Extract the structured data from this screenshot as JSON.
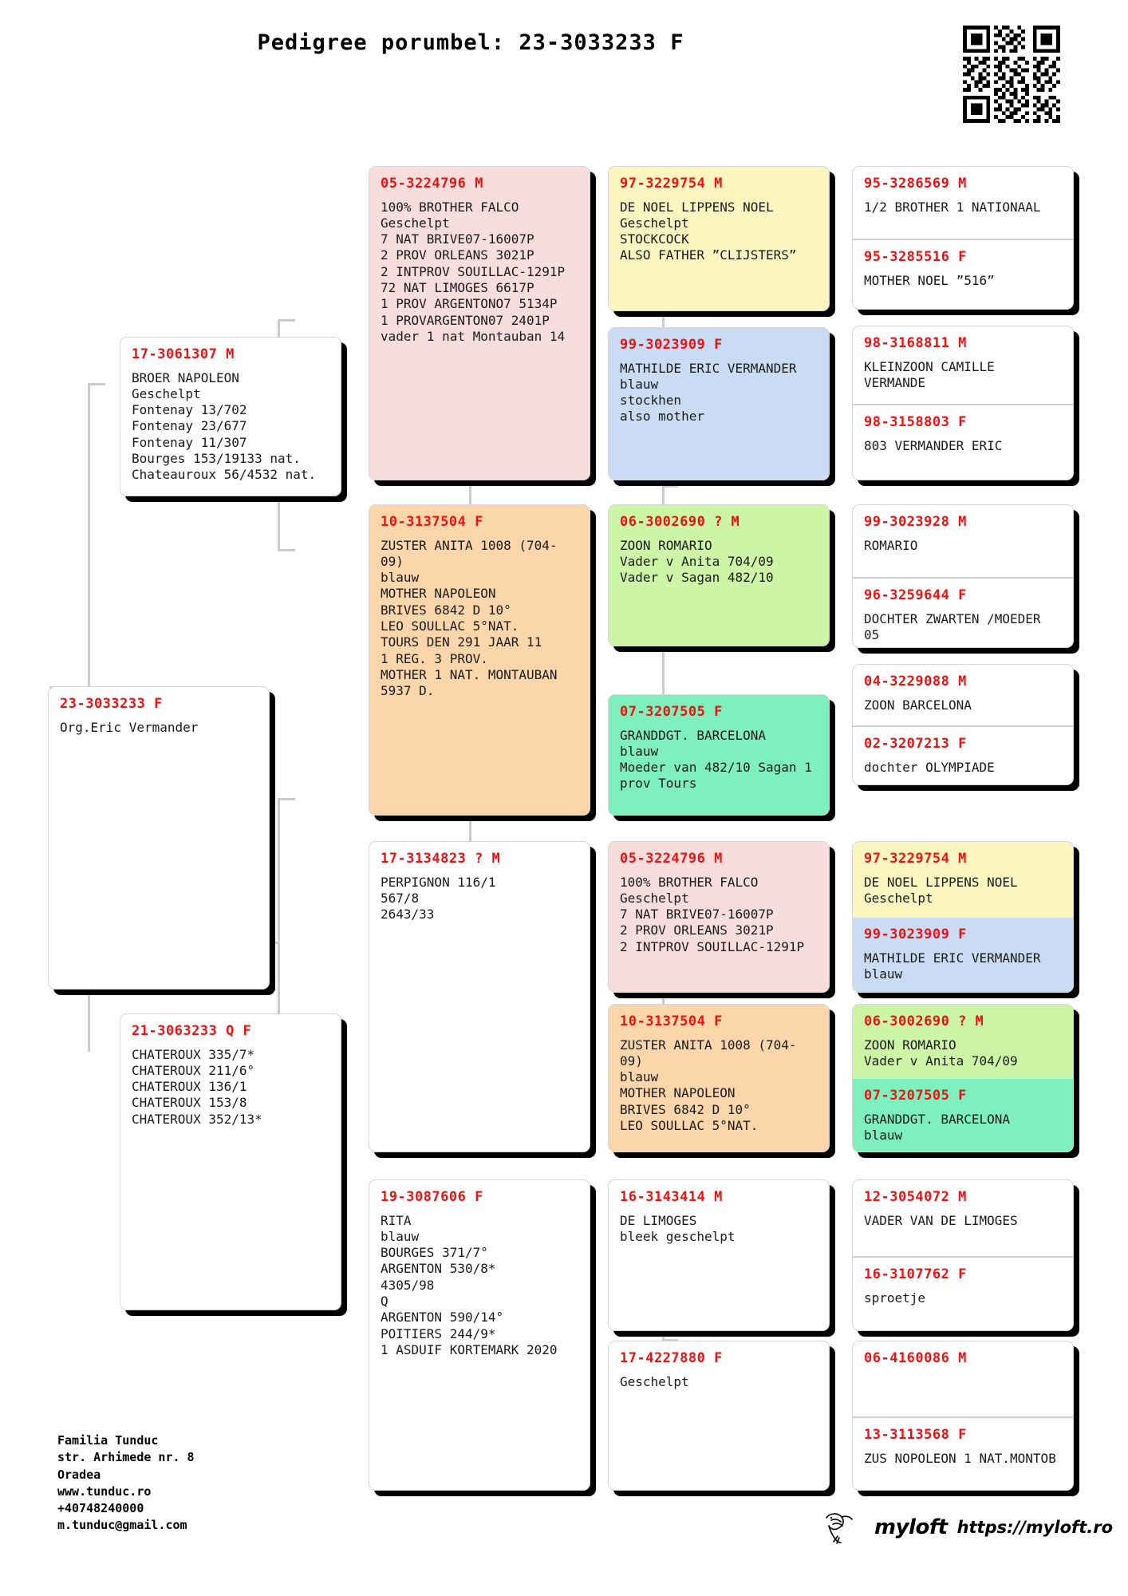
{
  "header": {
    "title": "Pedigree porumbel: 23-3033233 F",
    "qr_icon": "qr-code-icon"
  },
  "subject": {
    "id": "23-3033233 F",
    "notes": "Org.Eric Vermander"
  },
  "gen1": [
    {
      "id": "17-3061307 M",
      "notes": "BROER NAPOLEON\nGeschelpt\nFontenay 13/702\nFontenay 23/677\nFontenay 11/307\nBourges 153/19133 nat.\nChateauroux 56/4532 nat.",
      "color": "white"
    },
    {
      "id": "21-3063233 Q F",
      "notes": "CHATEROUX 335/7*\nCHATEROUX 211/6°\nCHATEROUX 136/1\nCHATEROUX 153/8\nCHATEROUX 352/13*",
      "color": "white"
    }
  ],
  "gen2": [
    {
      "id": "05-3224796 M",
      "notes": "100% BROTHER FALCO\nGeschelpt\n7 NAT BRIVE07-16007P\n2 PROV ORLEANS 3021P\n2 INTPROV SOUILLAC-1291P\n72 NAT LIMOGES 6617P\n1 PROV ARGENTONO7 5134P\n1 PROVARGENTON07 2401P\nvader 1 nat Montauban 14",
      "color": "pink"
    },
    {
      "id": "10-3137504 F",
      "notes": "ZUSTER ANITA 1008 (704-09)\nblauw\nMOTHER NAPOLEON\nBRIVES 6842 D 10°\nLEO SOULLAC 5°NAT.\nTOURS DEN 291 JAAR 11\n1 REG. 3 PROV.\nMOTHER 1 NAT. MONTAUBAN 5937 D.",
      "color": "orange"
    },
    {
      "id": "17-3134823 ? M",
      "notes": "PERPIGNON 116/1\n567/8\n2643/33",
      "color": "white"
    },
    {
      "id": "19-3087606 F",
      "notes": "RITA\nblauw\nBOURGES 371/7°\nARGENTON 530/8*\n4305/98\nQ\nARGENTON 590/14°\nPOITIERS 244/9*\n1 ASDUIF KORTEMARK 2020",
      "color": "white"
    }
  ],
  "gen3": [
    {
      "id": "97-3229754 M",
      "notes": "DE NOEL LIPPENS NOEL\nGeschelpt\nSTOCKCOCK\nALSO FATHER ”CLIJSTERS”",
      "color": "yellow"
    },
    {
      "id": "99-3023909 F",
      "notes": "MATHILDE ERIC VERMANDER\nblauw\nstockhen\nalso mother",
      "color": "blue"
    },
    {
      "id": "06-3002690 ? M",
      "notes": "ZOON ROMARIO\nVader v Anita 704/09\nVader v Sagan 482/10",
      "color": "green"
    },
    {
      "id": "07-3207505 F",
      "notes": "GRANDDGT. BARCELONA\nblauw\nMoeder van 482/10 Sagan 1\nprov Tours",
      "color": "teal"
    },
    {
      "id": "05-3224796 M",
      "notes": "100% BROTHER FALCO\nGeschelpt\n7 NAT BRIVE07-16007P\n2 PROV ORLEANS 3021P\n2 INTPROV SOUILLAC-1291P",
      "color": "pink"
    },
    {
      "id": "10-3137504 F",
      "notes": "ZUSTER ANITA 1008 (704-09)\nblauw\nMOTHER NAPOLEON\nBRIVES 6842 D 10°\nLEO SOULLAC 5°NAT.",
      "color": "orange"
    },
    {
      "id": "16-3143414 M",
      "notes": "DE LIMOGES\nbleek geschelpt",
      "color": "white"
    },
    {
      "id": "17-4227880 F",
      "notes": "Geschelpt",
      "color": "white"
    }
  ],
  "gen4": [
    {
      "color": "white",
      "top": {
        "id": "95-3286569 M",
        "notes": "1/2 BROTHER 1 NATIONAAL"
      },
      "bottom": {
        "id": "95-3285516 F",
        "notes": "MOTHER NOEL ”516”"
      }
    },
    {
      "color": "white",
      "top": {
        "id": "98-3168811 M",
        "notes": "KLEINZOON CAMILLE VERMANDE"
      },
      "bottom": {
        "id": "98-3158803 F",
        "notes": "803 VERMANDER ERIC"
      }
    },
    {
      "color": "white",
      "top": {
        "id": "99-3023928 M",
        "notes": "ROMARIO"
      },
      "bottom": {
        "id": "96-3259644 F",
        "notes": "DOCHTER ZWARTEN /MOEDER 05"
      }
    },
    {
      "color": "white",
      "top": {
        "id": "04-3229088 M",
        "notes": "ZOON BARCELONA"
      },
      "bottom": {
        "id": "02-3207213 F",
        "notes": "dochter OLYMPIADE"
      }
    },
    {
      "color": "split-yellow-blue",
      "top": {
        "id": "97-3229754 M",
        "notes": "DE NOEL LIPPENS NOEL\nGeschelpt"
      },
      "bottom": {
        "id": "99-3023909 F",
        "notes": "MATHILDE ERIC VERMANDER\nblauw"
      }
    },
    {
      "color": "split-green-teal",
      "top": {
        "id": "06-3002690 ? M",
        "notes": "ZOON ROMARIO\nVader v Anita 704/09"
      },
      "bottom": {
        "id": "07-3207505 F",
        "notes": "GRANDDGT. BARCELONA\nblauw"
      }
    },
    {
      "color": "white",
      "top": {
        "id": "12-3054072 M",
        "notes": "VADER VAN DE LIMOGES"
      },
      "bottom": {
        "id": "16-3107762 F",
        "notes": "sproetje"
      }
    },
    {
      "color": "white",
      "top": {
        "id": "06-4160086 M",
        "notes": ""
      },
      "bottom": {
        "id": "13-3113568 F",
        "notes": "ZUS NOPOLEON 1 NAT.MONTOB"
      }
    }
  ],
  "footer": {
    "address": "Familia Tunduc\nstr. Arhimede nr. 8\nOradea\nwww.tunduc.ro\n+40748240000\nm.tunduc@gmail.com",
    "brand_name": "myloft",
    "brand_url": "https://myloft.ro",
    "brand_icon": "pigeon-logo-icon"
  },
  "colors": {
    "id_red": "#ee1111",
    "pink": "#f7dedd",
    "yellow": "#fbf6c0",
    "blue": "#cadcf4",
    "orange": "#fcd6ab",
    "green": "#cdf5a6",
    "teal": "#7ef0bd",
    "shadow": "#000000",
    "connector": "#cccccc"
  }
}
